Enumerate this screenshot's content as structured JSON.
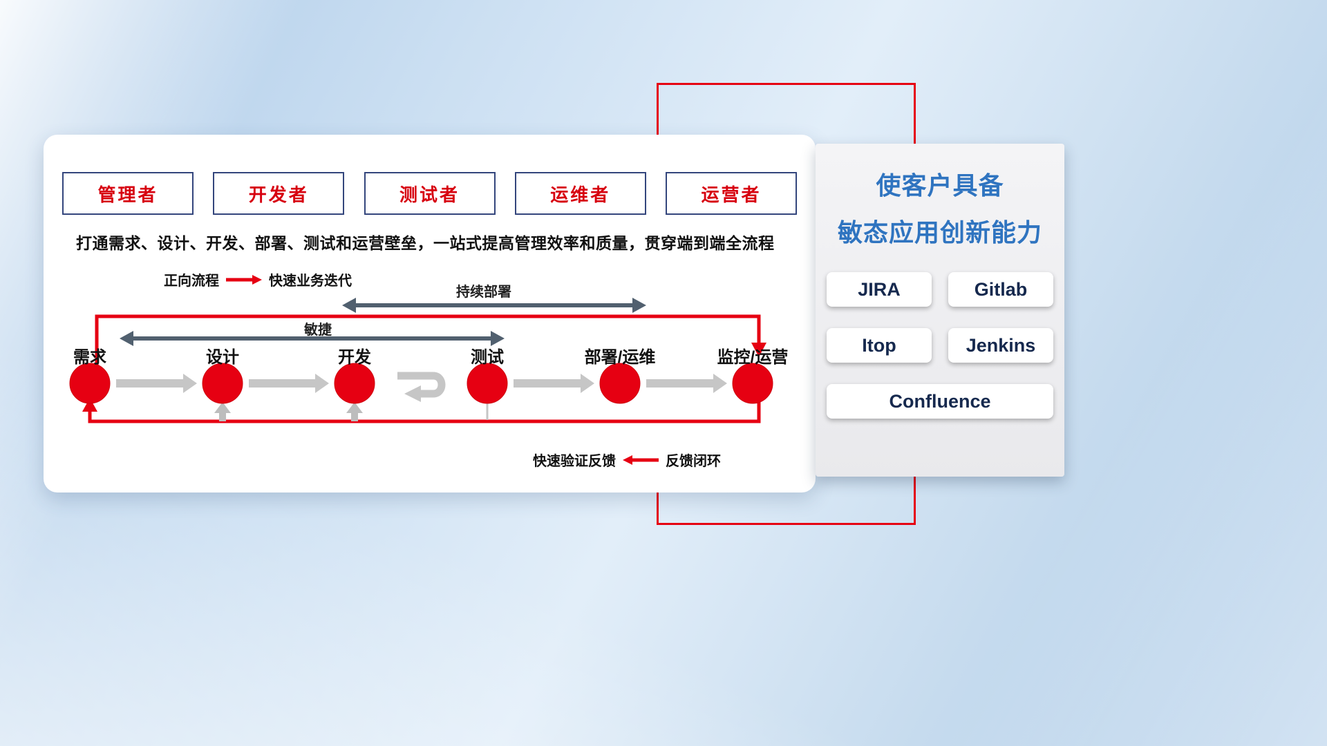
{
  "card": {
    "roles": [
      {
        "label": "管理者"
      },
      {
        "label": "开发者"
      },
      {
        "label": "测试者"
      },
      {
        "label": "运维者"
      },
      {
        "label": "运营者"
      }
    ],
    "description": "打通需求、设计、开发、部署、测试和运营壁垒，一站式提高管理效率和质量，贯穿端到端全流程",
    "legend_forward": {
      "left_text": "正向流程",
      "right_text": "快速业务迭代"
    },
    "legend_feedback": {
      "left_text": "快速验证反馈",
      "right_text": "反馈闭环"
    },
    "flow": {
      "cd_label": "持续部署",
      "agile_label": "敏捷",
      "stages": [
        {
          "label": "需求"
        },
        {
          "label": "设计"
        },
        {
          "label": "开发"
        },
        {
          "label": "测试"
        },
        {
          "label": "部署/运维"
        },
        {
          "label": "监控/运营"
        }
      ]
    }
  },
  "panel": {
    "title_line1": "使客户具备",
    "title_line2": "敏态应用创新能力",
    "tools": [
      {
        "label": "JIRA"
      },
      {
        "label": "Gitlab"
      },
      {
        "label": "Itop"
      },
      {
        "label": "Jenkins"
      },
      {
        "label": "Confluence"
      }
    ]
  },
  "colors": {
    "red": "#e60012",
    "box_border": "#33457c",
    "box_text": "#d7000f",
    "title_blue": "#2f74c0",
    "dark_arrow": "#51606f",
    "gray_arrow": "#c6c6c6",
    "tool_text": "#16294e"
  }
}
